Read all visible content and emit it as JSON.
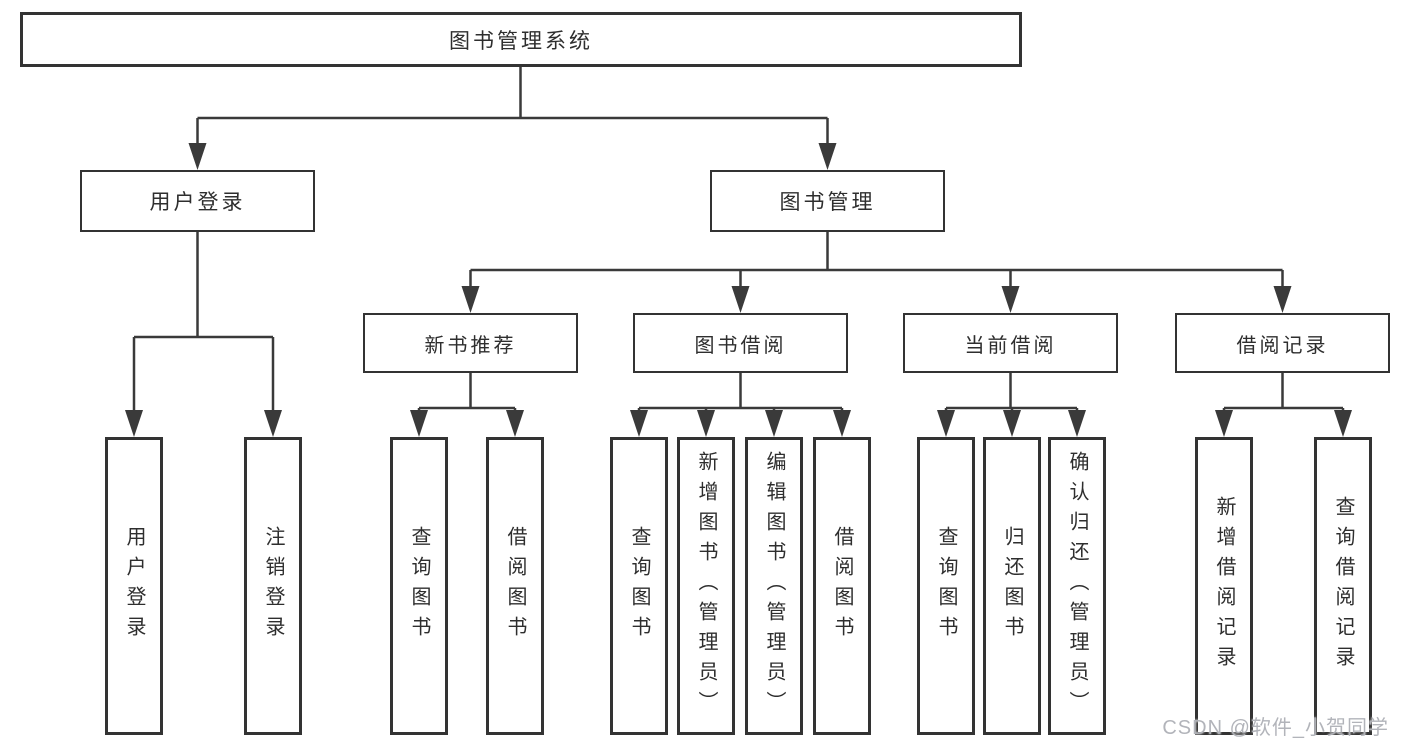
{
  "diagram": {
    "type": "hierarchy-tree",
    "title": "图书管理系统",
    "colors": {
      "background": "#ffffff",
      "line": "#3a3a3a",
      "box_border": "#333333",
      "text": "#2e2e2e",
      "watermark": "#aeb0b6"
    },
    "tree": {
      "root": {
        "label": "图书管理系统"
      },
      "branches": [
        {
          "label": "用户登录",
          "leaves": [
            {
              "label": "用户登录"
            },
            {
              "label": "注销登录"
            }
          ]
        },
        {
          "label": "图书管理",
          "groups": [
            {
              "label": "新书推荐",
              "leaves": [
                {
                  "label": "查询图书"
                },
                {
                  "label": "借阅图书"
                }
              ]
            },
            {
              "label": "图书借阅",
              "leaves": [
                {
                  "label": "查询图书"
                },
                {
                  "label": "新增图书（管理员）"
                },
                {
                  "label": "编辑图书（管理员）"
                },
                {
                  "label": "借阅图书"
                }
              ]
            },
            {
              "label": "当前借阅",
              "leaves": [
                {
                  "label": "查询图书"
                },
                {
                  "label": "归还图书"
                },
                {
                  "label": "确认归还（管理员）"
                }
              ]
            },
            {
              "label": "借阅记录",
              "leaves": [
                {
                  "label": "新增借阅记录"
                },
                {
                  "label": "查询借阅记录"
                }
              ]
            }
          ]
        }
      ]
    },
    "watermark": "CSDN @软件_小贺同学"
  }
}
